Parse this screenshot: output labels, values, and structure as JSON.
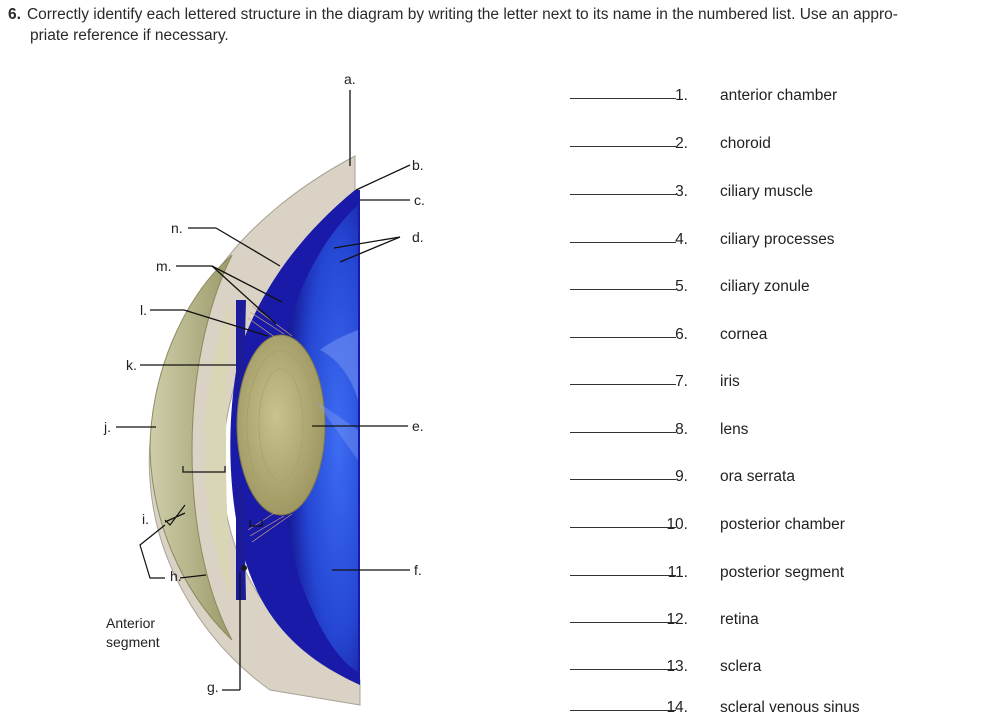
{
  "question": {
    "number": "6.",
    "line1": "Correctly identify each lettered structure in the diagram by writing the letter next to its name in the numbered list. Use an appro-",
    "line2": "priate reference if necessary."
  },
  "diagram": {
    "labels": {
      "a": "a.",
      "b": "b.",
      "c": "c.",
      "d": "d.",
      "e": "e.",
      "f": "f.",
      "g": "g.",
      "h": "h.",
      "i": "i.",
      "j": "j.",
      "k": "k.",
      "l": "l.",
      "m": "m.",
      "n": "n.",
      "anterior_segment_line1": "Anterior",
      "anterior_segment_line2": "segment"
    },
    "colors": {
      "sclera": "#d9d2c5",
      "choroid": "#1a1aa8",
      "vitreous": "#2a4fe0",
      "lens": "#b7b07a",
      "cornea": "#b9b88c"
    }
  },
  "list": [
    {
      "num": "1.",
      "name": "anterior chamber"
    },
    {
      "num": "2.",
      "name": "choroid"
    },
    {
      "num": "3.",
      "name": "ciliary muscle"
    },
    {
      "num": "4.",
      "name": "ciliary processes"
    },
    {
      "num": "5.",
      "name": "ciliary zonule"
    },
    {
      "num": "6.",
      "name": "cornea"
    },
    {
      "num": "7.",
      "name": "iris"
    },
    {
      "num": "8.",
      "name": "lens"
    },
    {
      "num": "9.",
      "name": "ora serrata"
    },
    {
      "num": "10.",
      "name": "posterior chamber"
    },
    {
      "num": "11.",
      "name": "posterior segment"
    },
    {
      "num": "12.",
      "name": "retina"
    },
    {
      "num": "13.",
      "name": "sclera"
    },
    {
      "num": "14.",
      "name": "scleral venous sinus"
    }
  ]
}
